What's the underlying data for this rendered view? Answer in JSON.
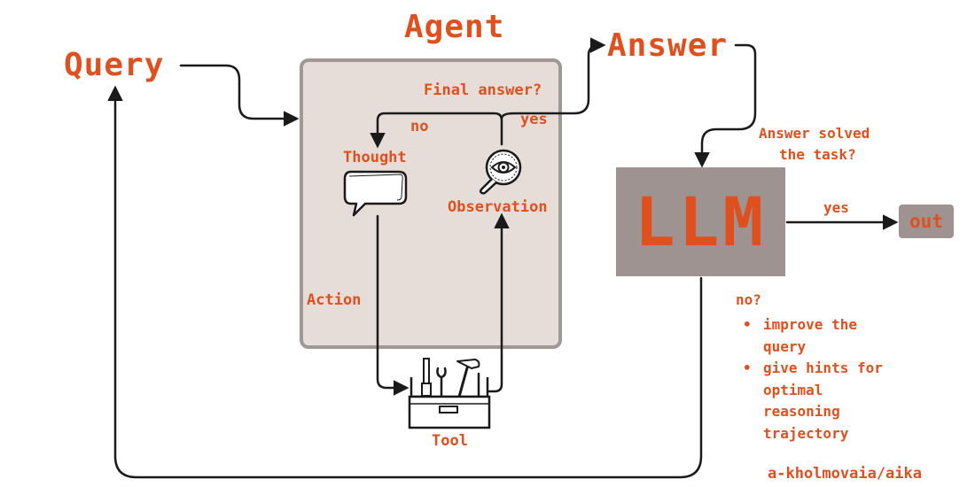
{
  "title": "Agent",
  "query_label": "Query",
  "answer_label": "Answer",
  "final_answer_question": "Final answer?",
  "no_label": "no",
  "yes_label": "yes",
  "thought_label": "Thought",
  "observation_label": "Observation",
  "action_label": "Action",
  "tool_label": "Tool",
  "llm_label": "LLM",
  "solved_question_line1": "Answer solved",
  "solved_question_line2": "the task?",
  "yes_out_label": "yes",
  "out_label": "out",
  "no_question_label": "no?",
  "no_bullets": [
    "improve the query",
    "give hints for optimal reasoning trajectory"
  ],
  "credit": "a-kholmovaia/aika",
  "colors": {
    "accent": "#e0501e",
    "agent_box_fill": "#e6ddd9",
    "agent_box_border": "#a09895",
    "llm_box_fill": "#9e9390",
    "line": "#1a1a1a"
  },
  "icons": {
    "thought": "speech-bubble-icon",
    "observation": "magnifier-eye-icon",
    "tool": "toolbox-icon"
  }
}
